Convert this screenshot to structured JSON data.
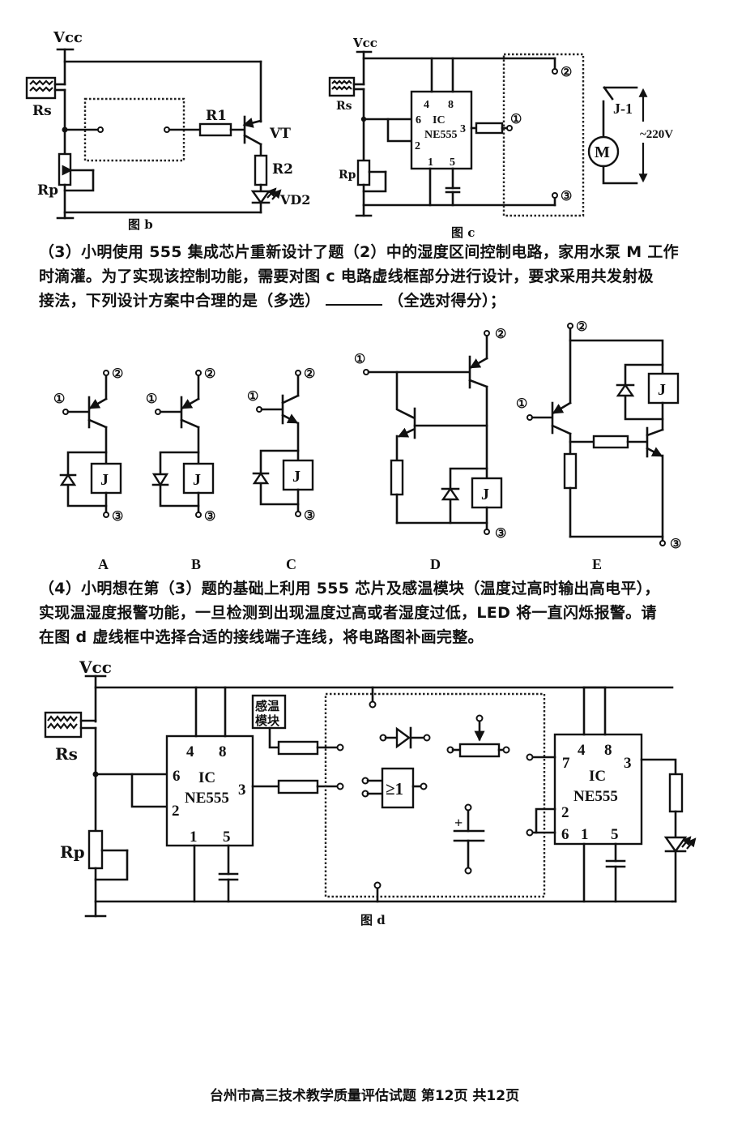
{
  "figure_b": {
    "caption": "图 b",
    "vcc": "Vcc",
    "rs": "Rs",
    "rp": "Rp",
    "r1": "R1",
    "r2": "R2",
    "vt": "VT",
    "vd2": "VD2"
  },
  "figure_c": {
    "caption": "图 c",
    "vcc": "Vcc",
    "rs": "Rs",
    "rp": "Rp",
    "ic_line1": "IC",
    "ic_line2": "NE555",
    "pin4": "4",
    "pin8": "8",
    "pin6": "6",
    "pin2": "2",
    "pin3": "3",
    "pin1": "1",
    "pin5": "5",
    "term1": "①",
    "term2": "②",
    "term3": "③",
    "relay_contact": "J-1",
    "motor": "M",
    "supply": "~220V"
  },
  "question3": {
    "line1": "（3）小明使用 555 集成芯片重新设计了题（2）中的湿度区间控制电路，家用水泵 M 工作",
    "line2": "时滴灌。为了实现该控制功能，需要对图 c 电路虚线框部分进行设计，要求采用共发射极",
    "line3_pre": "接法，下列设计方案中合理的是（多选）",
    "line3_post": "（全选对得分）；"
  },
  "options": {
    "labels": [
      "A",
      "B",
      "C",
      "D",
      "E"
    ],
    "term1": "①",
    "term2": "②",
    "term3": "③",
    "relay": "J"
  },
  "question4": {
    "line1": "（4）小明想在第（3）题的基础上利用 555 芯片及感温模块（温度过高时输出高电平），",
    "line2": "实现温湿度报警功能，一旦检测到出现温度过高或者湿度过低，LED 将一直闪烁报警。请",
    "line3": "在图 d 虚线框中选择合适的接线端子连线，将电路图补画完整。"
  },
  "figure_d": {
    "caption": "图 d",
    "vcc": "Vcc",
    "rs": "Rs",
    "rp": "Rp",
    "sensor_line1": "感温",
    "sensor_line2": "模块",
    "ic1_line1": "IC",
    "ic1_line2": "NE555",
    "ic1_pins": {
      "p4": "4",
      "p8": "8",
      "p6": "6",
      "p2": "2",
      "p3": "3",
      "p1": "1",
      "p5": "5"
    },
    "or_gate": "≥1",
    "cap_plus": "+",
    "ic2_line1": "IC",
    "ic2_line2": "NE555",
    "ic2_pins": {
      "p4": "4",
      "p8": "8",
      "p7": "7",
      "p3": "3",
      "p2": "2",
      "p6": "6",
      "p1": "1",
      "p5": "5"
    }
  },
  "footer": "台州市高三技术教学质量评估试题 第12页 共12页"
}
